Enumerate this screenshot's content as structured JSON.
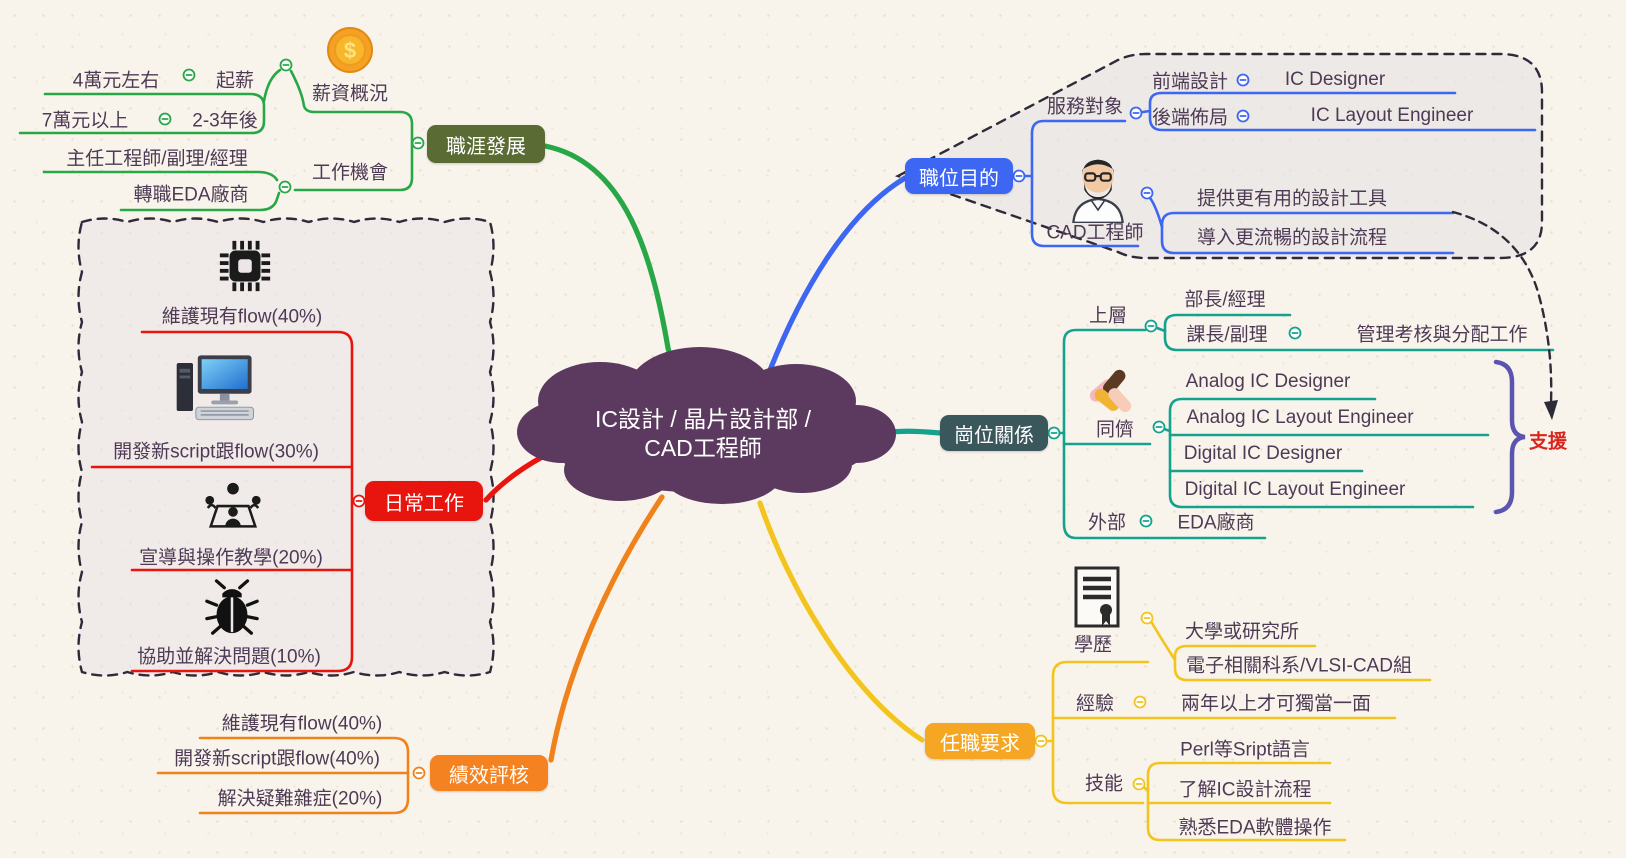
{
  "colors": {
    "bg": "#f8f4ec",
    "text": "#4e3a55",
    "cloud": "#5c3a60",
    "green": "#28a746",
    "olive": "#5a6b33",
    "red": "#e8150f",
    "orange": "#f0821c",
    "orangebox": "#f58220",
    "blue": "#3d66f2",
    "teal": "#14a28e",
    "tealbox": "#3a575c",
    "yellow": "#f2c41d",
    "amber": "#f5a623",
    "brace": "#5b55b0",
    "support": "#d9251c",
    "dash": "#2e2a3a"
  },
  "center": {
    "line1": "IC設計 / 晶片設計部 /",
    "line2": "CAD工程師"
  },
  "branches": {
    "career": {
      "label": "職涯發展",
      "salary": {
        "label": "薪資概況",
        "icon": "coin-icon",
        "start": {
          "label": "起薪",
          "value": "4萬元左右"
        },
        "later": {
          "label": "2-3年後",
          "value": "7萬元以上"
        }
      },
      "jobs": {
        "label": "工作機會",
        "items": [
          "主任工程師/副理/經理",
          "轉職EDA廠商"
        ]
      }
    },
    "daily": {
      "label": "日常工作",
      "tasks": [
        {
          "label": "維護現有flow(40%)",
          "icon": "chip-icon"
        },
        {
          "label": "開發新script跟flow(30%)",
          "icon": "computer-icon"
        },
        {
          "label": "宣導與操作教學(20%)",
          "icon": "meeting-icon"
        },
        {
          "label": "協助並解決問題(10%)",
          "icon": "bug-icon"
        }
      ]
    },
    "performance": {
      "label": "績效評核",
      "items": [
        "維護現有flow(40%)",
        "開發新script跟flow(40%)",
        "解決疑難雜症(20%)"
      ]
    },
    "purpose": {
      "label": "職位目的",
      "serve": {
        "label": "服務對象",
        "frontend": {
          "label": "前端設計",
          "value": "IC Designer"
        },
        "backend": {
          "label": "後端佈局",
          "value": "IC Layout Engineer"
        }
      },
      "cad": {
        "label": "CAD工程師",
        "icon": "engineer-avatar",
        "items": [
          "提供更有用的設計工具",
          "導入更流暢的設計流程"
        ]
      }
    },
    "relations": {
      "label": "崗位關係",
      "upper": {
        "label": "上層",
        "manager": "部長/經理",
        "lead": {
          "label": "課長/副理",
          "value": "管理考核與分配工作"
        }
      },
      "peers": {
        "label": "同儕",
        "icon": "hands-icon",
        "items": [
          "Analog IC Designer",
          "Analog IC Layout Engineer",
          "Digital IC Designer",
          "Digital IC Layout Engineer"
        ],
        "support": "支援"
      },
      "external": {
        "label": "外部",
        "value": "EDA廠商"
      }
    },
    "requirements": {
      "label": "任職要求",
      "education": {
        "label": "學歷",
        "icon": "certificate-icon",
        "items": [
          "大學或研究所",
          "電子相關科系/VLSI-CAD組"
        ]
      },
      "experience": {
        "label": "經驗",
        "value": "兩年以上才可獨當一面"
      },
      "skills": {
        "label": "技能",
        "items": [
          "Perl等Sript語言",
          "了解IC設計流程",
          "熟悉EDA軟體操作"
        ]
      }
    }
  }
}
